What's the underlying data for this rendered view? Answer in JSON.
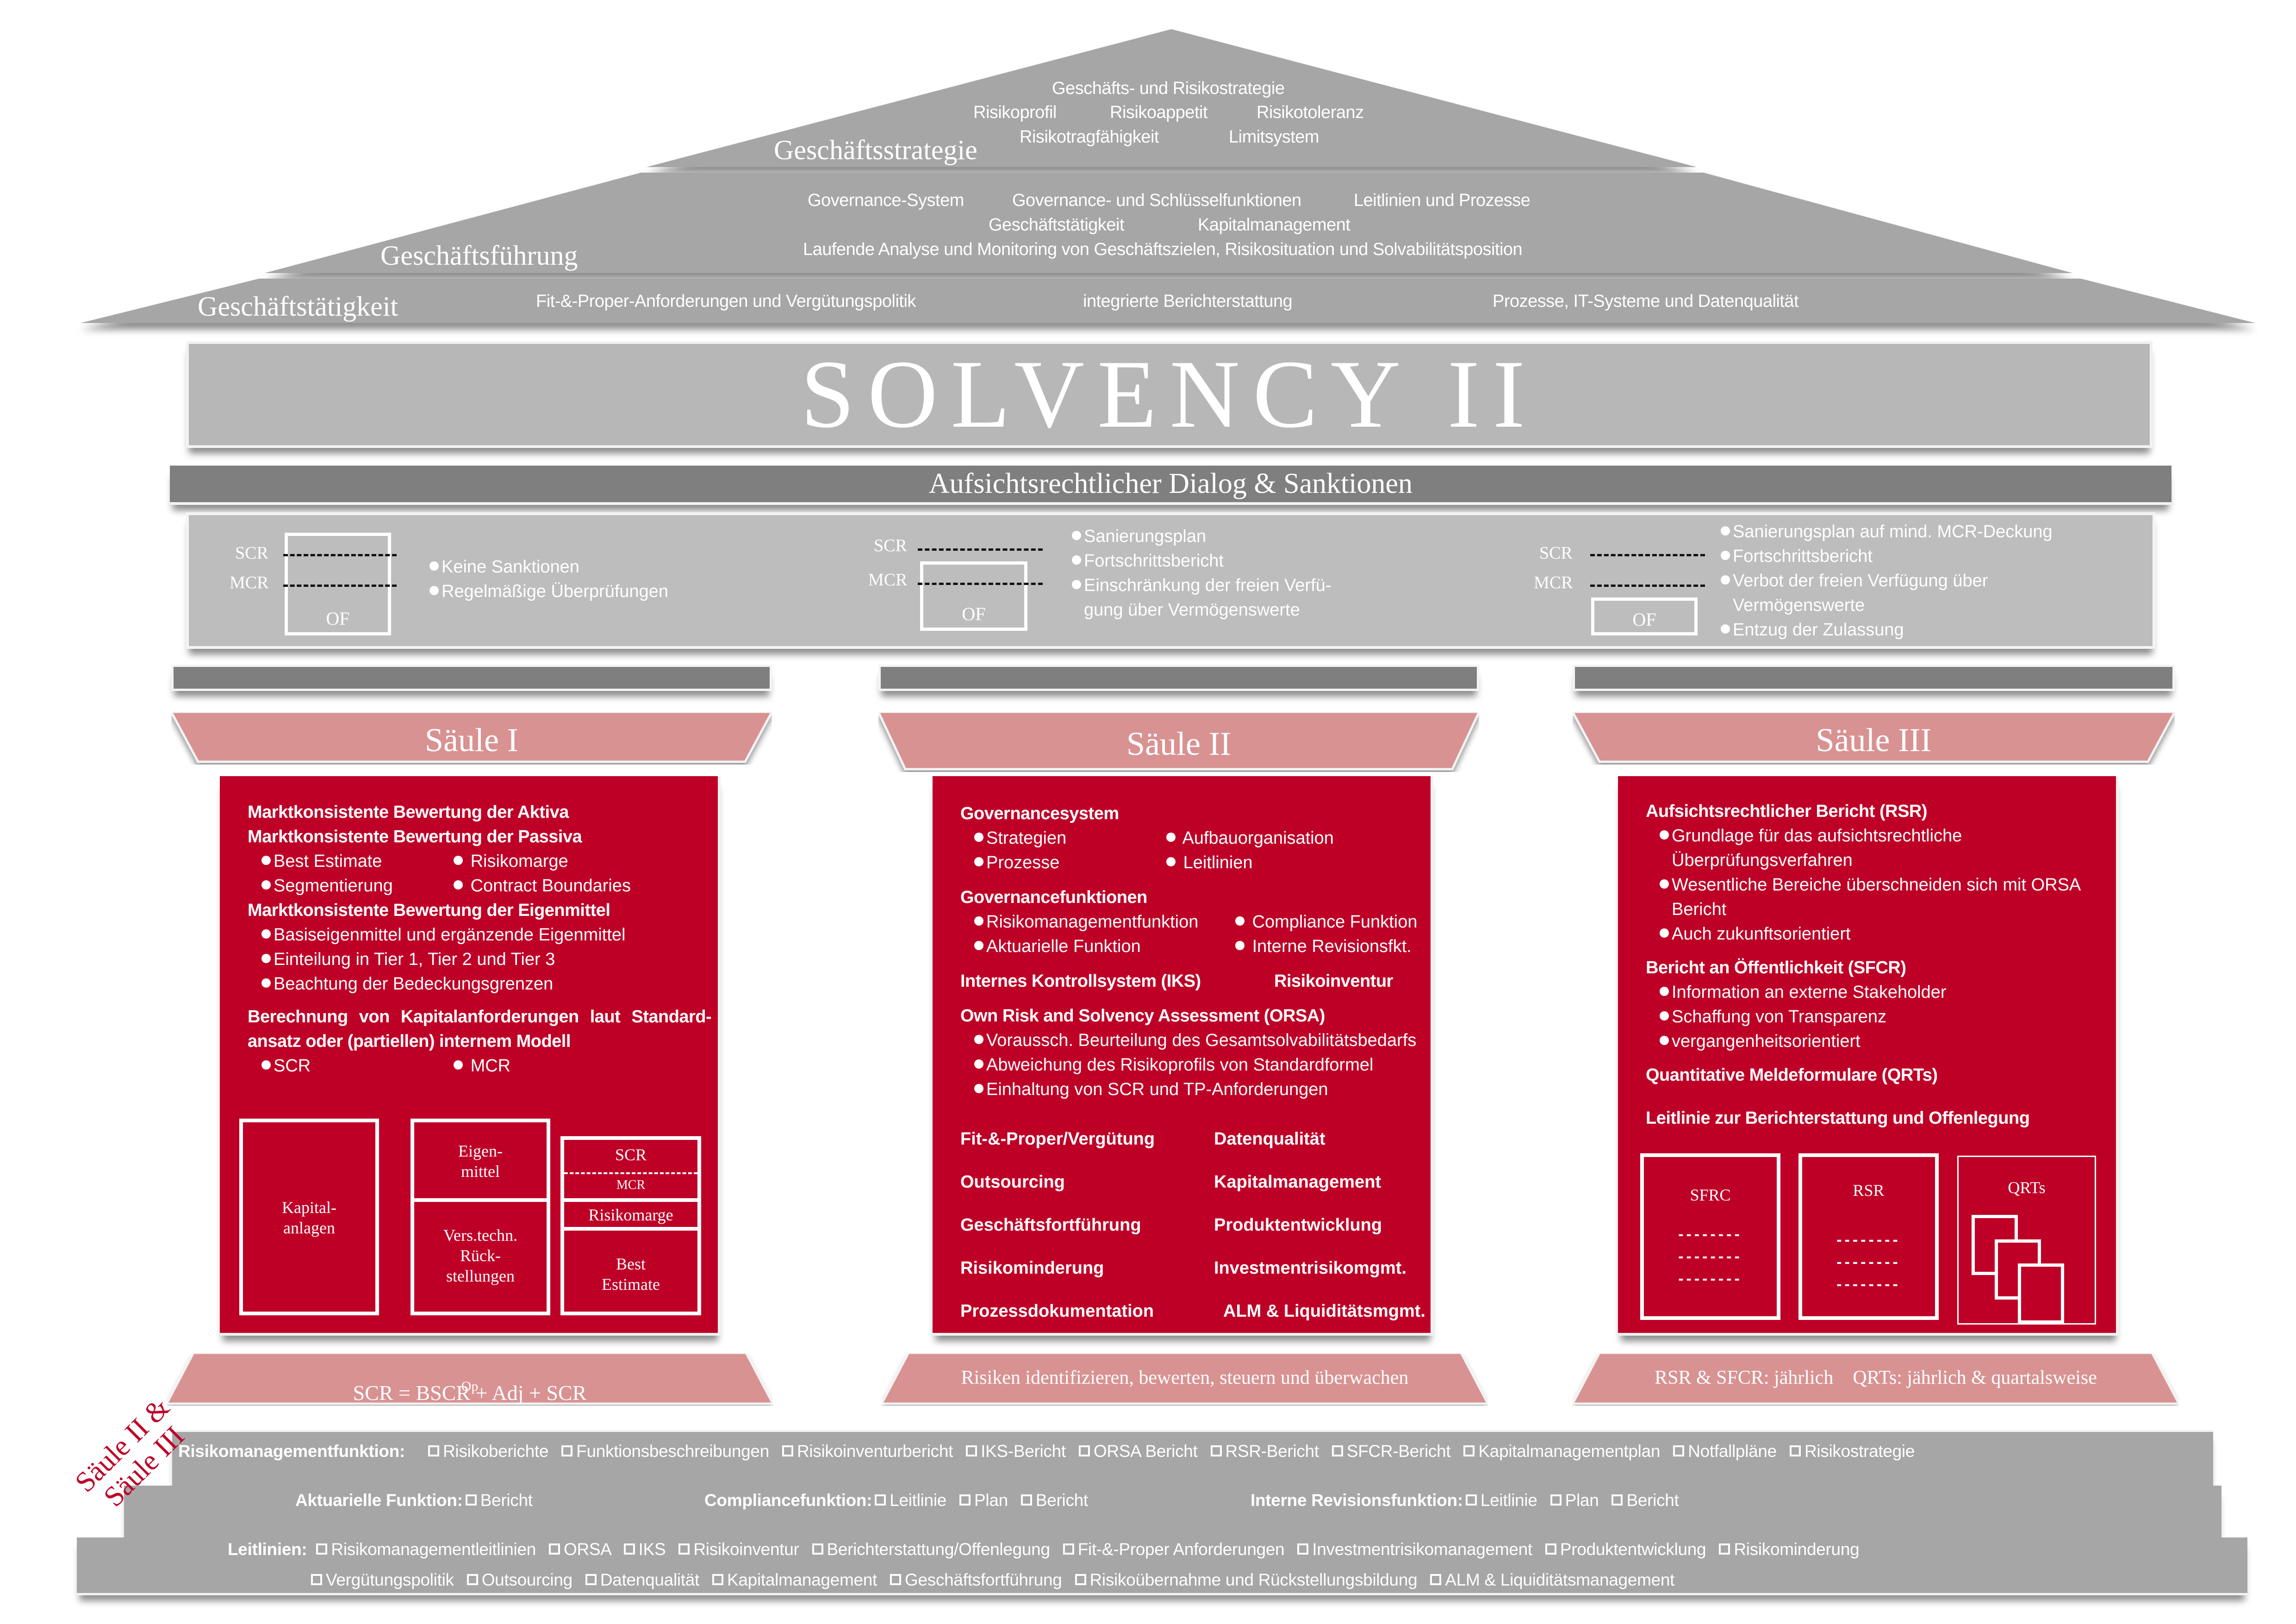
{
  "roof": {
    "top": {
      "label": "Geschäftsstrategie",
      "line1": "Geschäfts- und Risikostrategie",
      "line2": [
        "Risikoprofil",
        "Risikoappetit",
        "Risikotoleranz"
      ],
      "line3": [
        "Risikotragfähigkeit",
        "Limitsystem"
      ]
    },
    "middle": {
      "label": "Geschäftsführung",
      "line1": [
        "Governance-System",
        "Governance- und Schlüsselfunktionen",
        "Leitlinien und Prozesse"
      ],
      "line2": [
        "Geschäftstätigkeit",
        "Kapitalmanagement"
      ],
      "line3": "Laufende Analyse und Monitoring von Geschäftszielen, Risikosituation und Solvabilitätsposition"
    },
    "bottom": {
      "label": "Geschäftstätigkeit",
      "items": [
        "Fit-&-Proper-Anforderungen und Vergütungspolitik",
        "integrierte Berichterstattung",
        "Prozesse, IT-Systeme und Datenqualität"
      ]
    }
  },
  "banner": {
    "title": "SOLVENCY II"
  },
  "dialog": {
    "title": "Aufsichtsrechtlicher Dialog & Sanktionen"
  },
  "stages": {
    "scr_label": "SCR",
    "mcr_label": "MCR",
    "of_label": "OF",
    "stage1": [
      "Keine Sanktionen",
      "Regelmäßige Überprüfungen"
    ],
    "stage2": [
      "Sanierungsplan",
      "Fortschrittsbericht",
      "Einschränkung der freien Verfü-",
      "gung über Vermögenswerte"
    ],
    "stage3": [
      "Sanierungsplan auf mind. MCR-Deckung",
      "Fortschrittsbericht",
      "Verbot der freien Verfügung über",
      "Vermögenswerte",
      "Entzug der Zulassung"
    ]
  },
  "pillars": {
    "p1": {
      "title": "Säule I",
      "h1": "Marktkonsistente Bewertung der Aktiva",
      "h2": "Marktkonsistente Bewertung der Passiva",
      "h2_bullets": [
        [
          "Best Estimate",
          "Risikomarge"
        ],
        [
          "Segmentierung",
          "Contract Boundaries"
        ]
      ],
      "h3": "Marktkonsistente Bewertung der Eigenmittel",
      "h3_bullets": [
        "Basiseigenmittel und ergänzende Eigenmittel",
        "Einteilung in Tier 1, Tier 2 und Tier 3",
        "Beachtung der Bedeckungsgrenzen"
      ],
      "h4_line1": "Berechnung von Kapitalanforderungen laut Standard-",
      "h4_line2": "ansatz oder (partiellen) internem Modell",
      "h4_bullets": [
        "SCR",
        "MCR"
      ],
      "balance": {
        "assets": [
          "Kapital-",
          "anlagen"
        ],
        "own_funds": [
          "Eigen-",
          "mittel"
        ],
        "tp": [
          "Vers.techn.",
          "Rück-",
          "stellungen"
        ],
        "scr": "SCR",
        "mcr": "MCR",
        "risk_margin": "Risikomarge",
        "best_estimate": [
          "Best",
          "Estimate"
        ]
      },
      "base": "SCR = BSCR + Adj + SCR",
      "base_sub": "Op"
    },
    "p2": {
      "title": "Säule II",
      "h1": "Governancesystem",
      "h1_bullets": [
        [
          "Strategien",
          "Aufbauorganisation"
        ],
        [
          "Prozesse",
          "Leitlinien"
        ]
      ],
      "h2": "Governancefunktionen",
      "h2_bullets": [
        [
          "Risikomanagementfunktion",
          "Compliance Funktion"
        ],
        [
          "Aktuarielle Funktion",
          "Interne Revisionsfkt."
        ]
      ],
      "h3": [
        "Internes Kontrollsystem (IKS)",
        "Risikoinventur"
      ],
      "h4": "Own Risk and Solvency Assessment (ORSA)",
      "h4_bullets": [
        "Voraussch. Beurteilung des Gesamtsolvabilitätsbedarfs",
        "Abweichung des Risikoprofils von Standardformel",
        "Einhaltung von SCR und TP-Anforderungen"
      ],
      "grid": [
        [
          "Fit-&-Proper/Vergütung",
          "Datenqualität"
        ],
        [
          "Outsourcing",
          "Kapitalmanagement"
        ],
        [
          "Geschäftsfortführung",
          "Produktentwicklung"
        ],
        [
          "Risikominderung",
          "Investmentrisikomgmt."
        ],
        [
          "Prozessdokumentation",
          "ALM & Liquiditätsmgmt."
        ]
      ],
      "base": "Risiken identifizieren, bewerten, steuern und überwachen"
    },
    "p3": {
      "title": "Säule III",
      "h1": "Aufsichtsrechtlicher Bericht (RSR)",
      "h1_bullets": [
        [
          "Grundlage für das aufsichtsrechtliche",
          "Überprüfungsverfahren"
        ],
        [
          "Wesentliche Bereiche überschneiden sich mit ORSA",
          "Bericht"
        ],
        [
          "Auch zukunftsorientiert"
        ]
      ],
      "h2": "Bericht an Öffentlichkeit (SFCR)",
      "h2_bullets": [
        "Information an externe Stakeholder",
        "Schaffung von Transparenz",
        "vergangenheitsorientiert"
      ],
      "h3": "Quantitative Meldeformulare (QRTs)",
      "h4": "Leitlinie zur Berichterstattung und Offenlegung",
      "docs": {
        "sfrc": "SFRC",
        "rsr": "RSR",
        "qrts": "QRTs",
        "dots": "--------"
      },
      "base": "RSR & SFCR: jährlich    QRTs: jährlich & quartalsweise"
    }
  },
  "steps": {
    "side_label": [
      "Säule II &",
      "Säule III"
    ],
    "row1": {
      "label": "Risikomanagementfunktion:",
      "items": [
        "Risikoberichte",
        "Funktionsbeschreibungen",
        "Risikoinventurbericht",
        "IKS-Bericht",
        "ORSA Bericht",
        "RSR-Bericht",
        "SFCR-Bericht",
        "Kapitalmanagementplan",
        "Notfallpläne",
        "Risikostrategie"
      ]
    },
    "row2": [
      {
        "label": "Aktuarielle Funktion:",
        "items": [
          "Bericht"
        ]
      },
      {
        "label": "Compliancefunktion:",
        "items": [
          "Leitlinie",
          "Plan",
          "Bericht"
        ]
      },
      {
        "label": "Interne Revisionsfunktion:",
        "items": [
          "Leitlinie",
          "Plan",
          "Bericht"
        ]
      }
    ],
    "row3": {
      "label": "Leitlinien:",
      "items": [
        "Risikomanagementleitlinien",
        "ORSA",
        "IKS",
        "Risikoinventur",
        "Berichterstattung/Offenlegung",
        "Fit-&-Proper Anforderungen",
        "Investmentrisikomanagement",
        "Produktentwicklung",
        "Risikominderung"
      ]
    },
    "row4": {
      "items": [
        "Vergütungspolitik",
        "Outsourcing",
        "Datenqualität",
        "Kapitalmanagement",
        "Geschäftsfortführung",
        "Risikoübernahme und Rückstellungsbildung",
        "ALM & Liquiditätsmanagement"
      ]
    }
  },
  "colors": {
    "roof": "#a6a6a6",
    "banner": "#b7b7b7",
    "dark_bar": "#7f7f7f",
    "pillar_red": "#be0027",
    "pillar_pink": "#d89292",
    "step_gray": "#a6a6a6"
  }
}
